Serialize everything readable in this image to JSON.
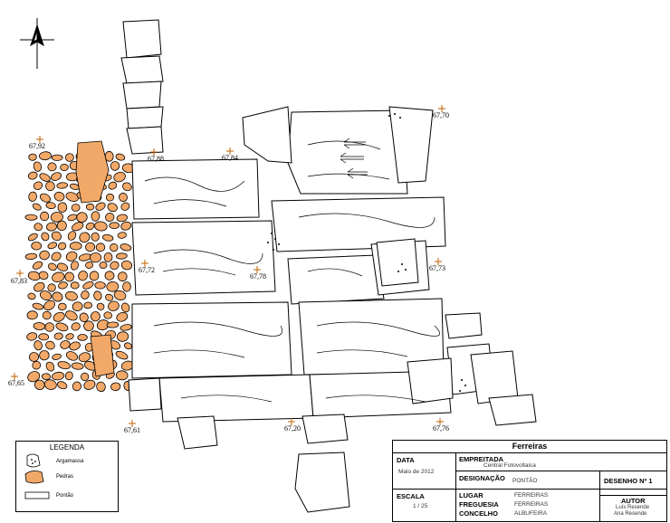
{
  "elevations": [
    {
      "id": "e1",
      "value": "67,92"
    },
    {
      "id": "e2",
      "value": "67,88"
    },
    {
      "id": "e3",
      "value": "67,84"
    },
    {
      "id": "e4",
      "value": "67,70"
    },
    {
      "id": "e5",
      "value": "67,83"
    },
    {
      "id": "e6",
      "value": "67,72"
    },
    {
      "id": "e7",
      "value": "67,78"
    },
    {
      "id": "e8",
      "value": "67,73"
    },
    {
      "id": "e9",
      "value": "67,65"
    },
    {
      "id": "e10",
      "value": "67,61"
    },
    {
      "id": "e11",
      "value": "67,20"
    },
    {
      "id": "e12",
      "value": "67,76"
    }
  ],
  "legend": {
    "title": "LEGENDA",
    "items": [
      "Argamassa",
      "Pedras",
      "Pontão"
    ]
  },
  "title_block": {
    "title": "Ferreiras",
    "data_label": "DATA",
    "data_value": "Maio de 2012",
    "empreitada_label": "EMPREITADA",
    "empreitada_value": "Central Fotovoltaica",
    "designacao_label": "DESIGNAÇÃO",
    "designacao_value": "PONTÃO",
    "desenho_label": "DESENHO Nº 1",
    "escala_label": "ESCALA",
    "escala_value": "1 / 25",
    "lugar_label": "LUGAR",
    "lugar_value": "FERREIRAS",
    "freguesia_label": "FREGUESIA",
    "freguesia_value": "FERREIRAS",
    "concelho_label": "CONCELHO",
    "concelho_value": "ALBUFEIRA",
    "autor_label": "AUTOR",
    "autor_names": [
      "Luís Resende",
      "Ana Resende"
    ]
  },
  "colors": {
    "stone_fill": "#f2a868",
    "line": "#000000"
  }
}
